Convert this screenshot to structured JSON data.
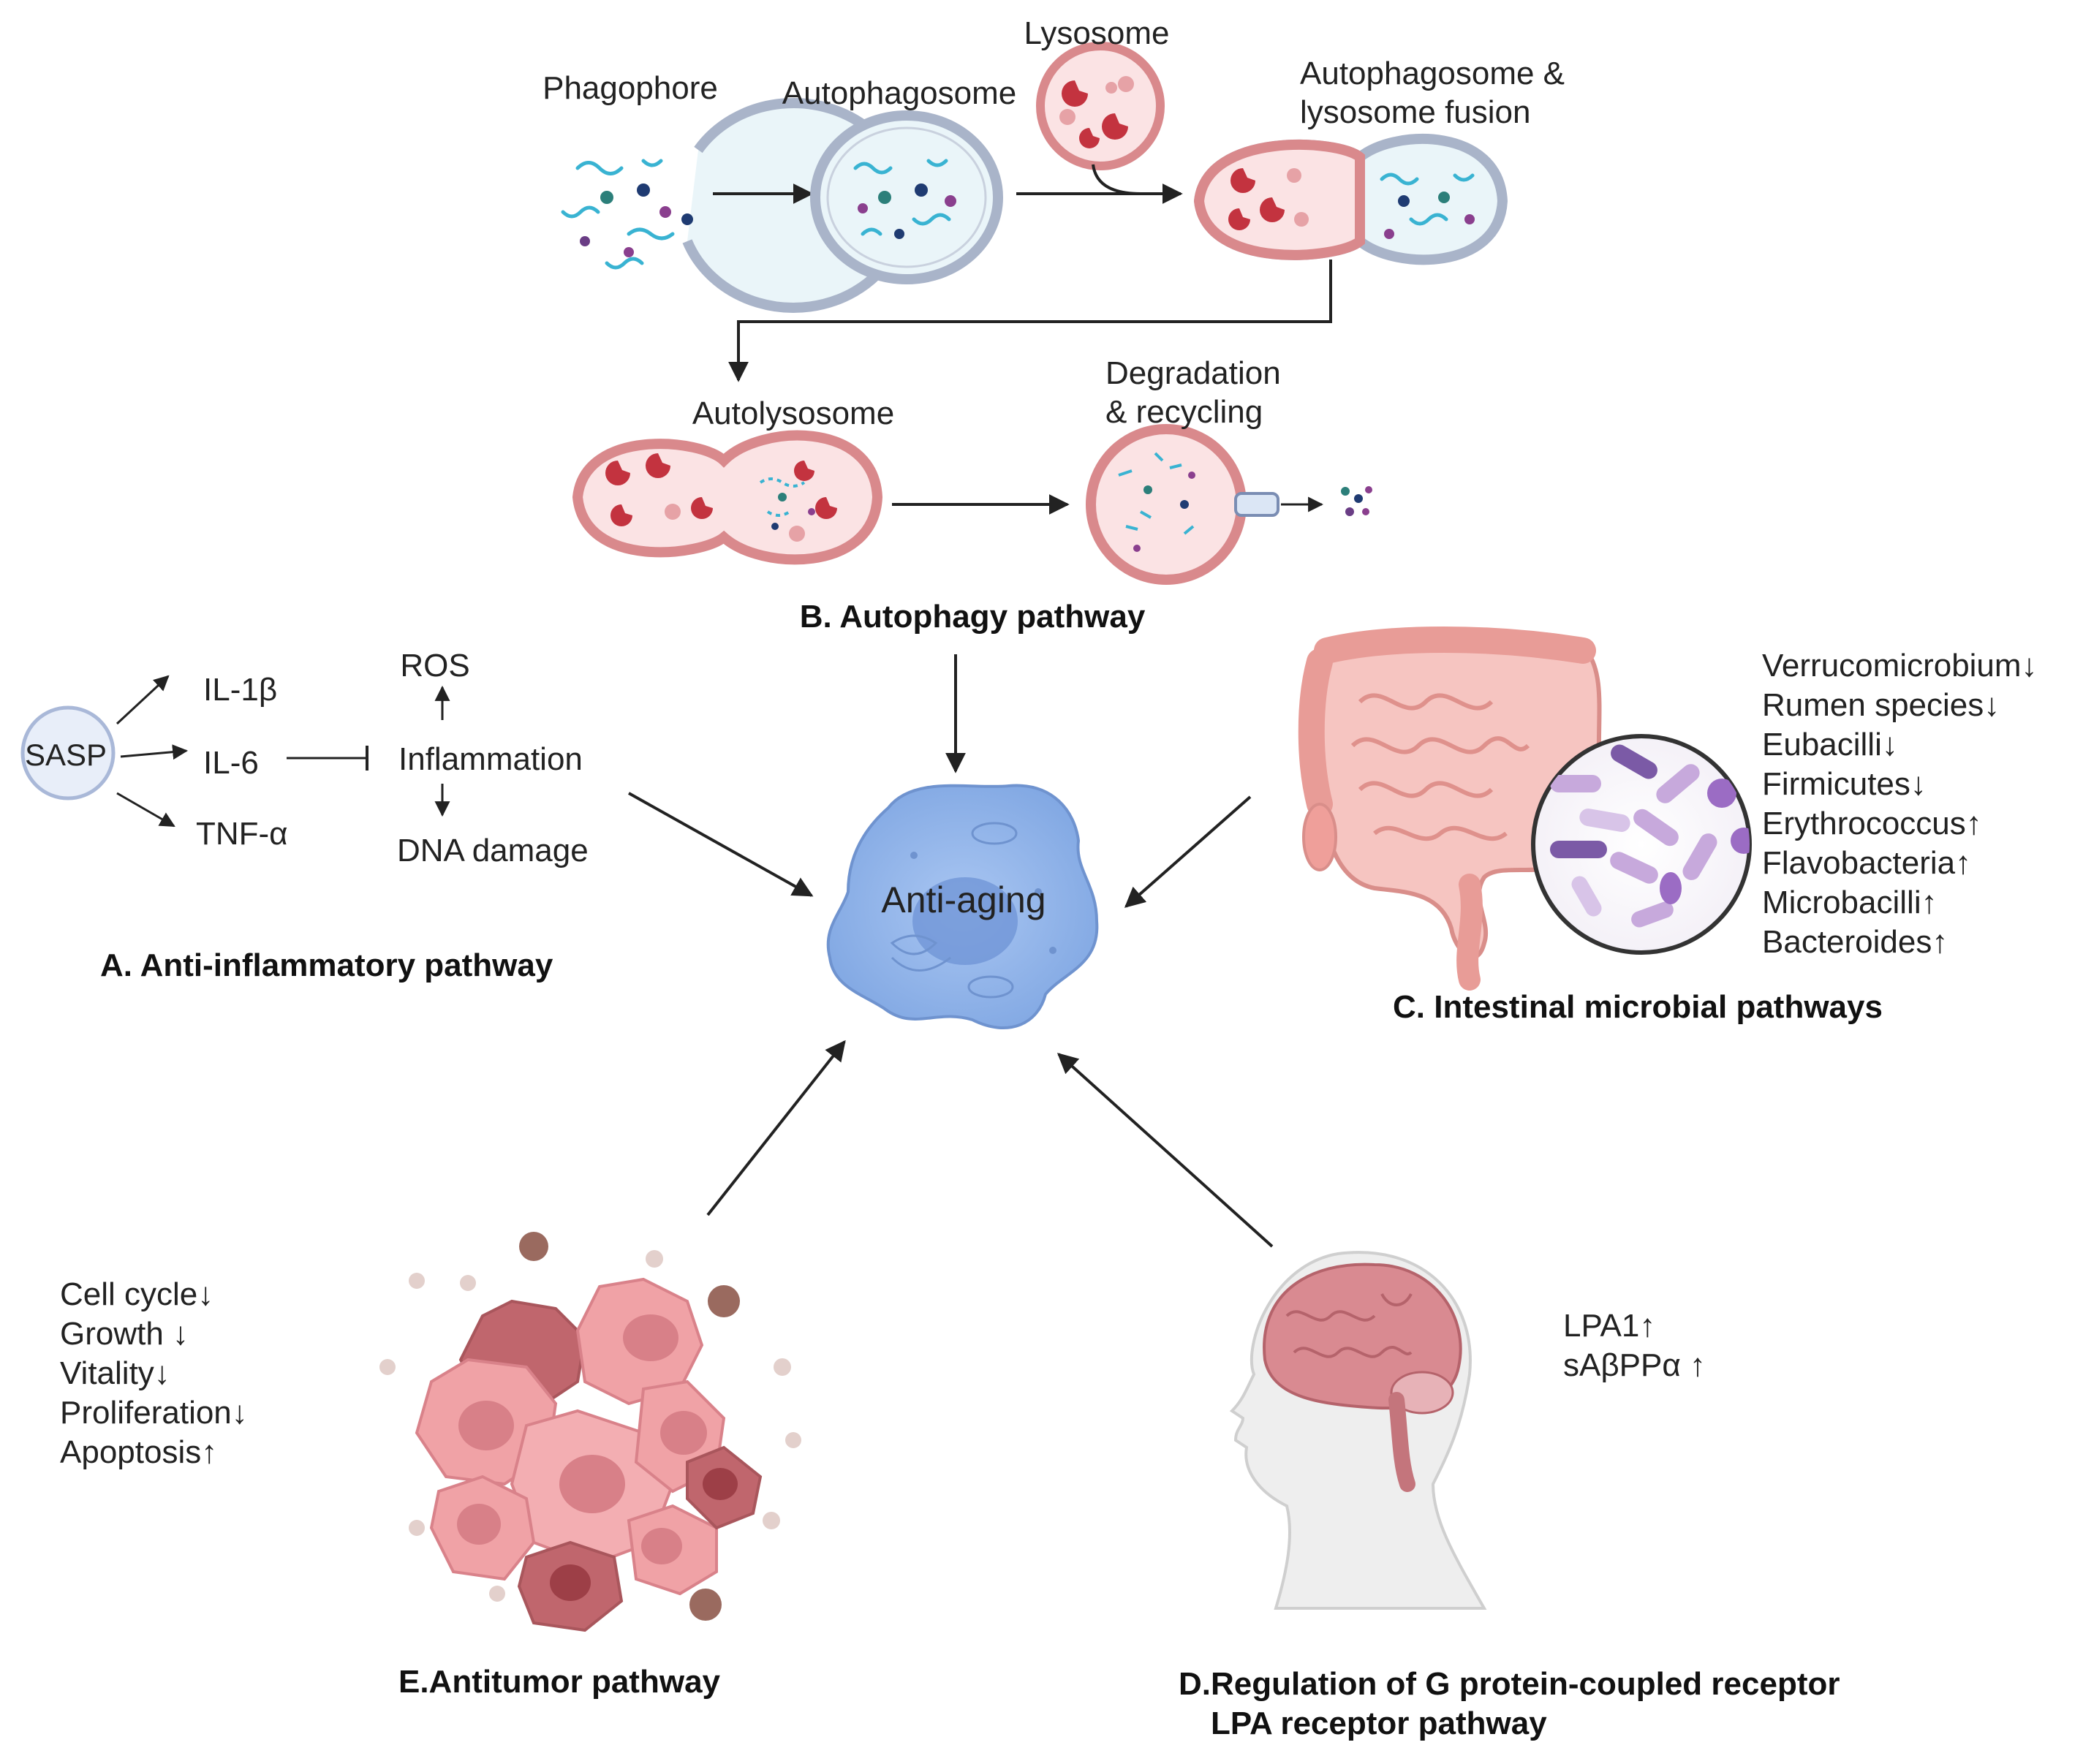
{
  "autophagy": {
    "phagophore": "Phagophore",
    "autophagosome": "Autophagosome",
    "lysosome": "Lysosome",
    "fusion_line1": "Autophagosome &",
    "fusion_line2": "lysosome fusion",
    "autolysosome": "Autolysosome",
    "degradation_line1": "Degradation",
    "degradation_line2": "& recycling",
    "title": "B. Autophagy pathway"
  },
  "inflammatory": {
    "sasp": "SASP",
    "il1b": "IL-1β",
    "il6": "IL-6",
    "tnfa": "TNF-α",
    "ros": "ROS",
    "inflammation": "Inflammation",
    "dna_damage": "DNA damage",
    "title": "A. Anti-inflammatory pathway"
  },
  "center": {
    "label": "Anti-aging"
  },
  "microbial": {
    "items": [
      "Verrucomicrobium↓",
      "Rumen species↓",
      "Eubacilli↓",
      "Firmicutes↓",
      "Erythrococcus↑",
      "Flavobacteria↑",
      "Microbacilli↑",
      "Bacteroides↑"
    ],
    "title": "C. Intestinal microbial pathways"
  },
  "gpcr": {
    "items": [
      "LPA1↑",
      "sAβPPα ↑"
    ],
    "title_line1": "D.Regulation of G protein-coupled receptor",
    "title_line2": "LPA  receptor pathway"
  },
  "antitumor": {
    "items": [
      "Cell cycle↓",
      "Growth ↓",
      "Vitality↓",
      "Proliferation↓",
      "Apoptosis↑"
    ],
    "title": "E.Antitumor pathway"
  },
  "colors": {
    "membrane_blue": "#a9b4c9",
    "vesicle_fill": "#e6f4f8",
    "lysosome_red": "#d9898c",
    "lysosome_fill": "#fbe3e4",
    "cell_blue": "#8fb3ea",
    "cell_nucleus": "#6e93d6",
    "gut_pink": "#f1a7a3",
    "brain_pink": "#cf7f86",
    "tumor_pink": "#e8868d",
    "arrow": "#222222"
  }
}
